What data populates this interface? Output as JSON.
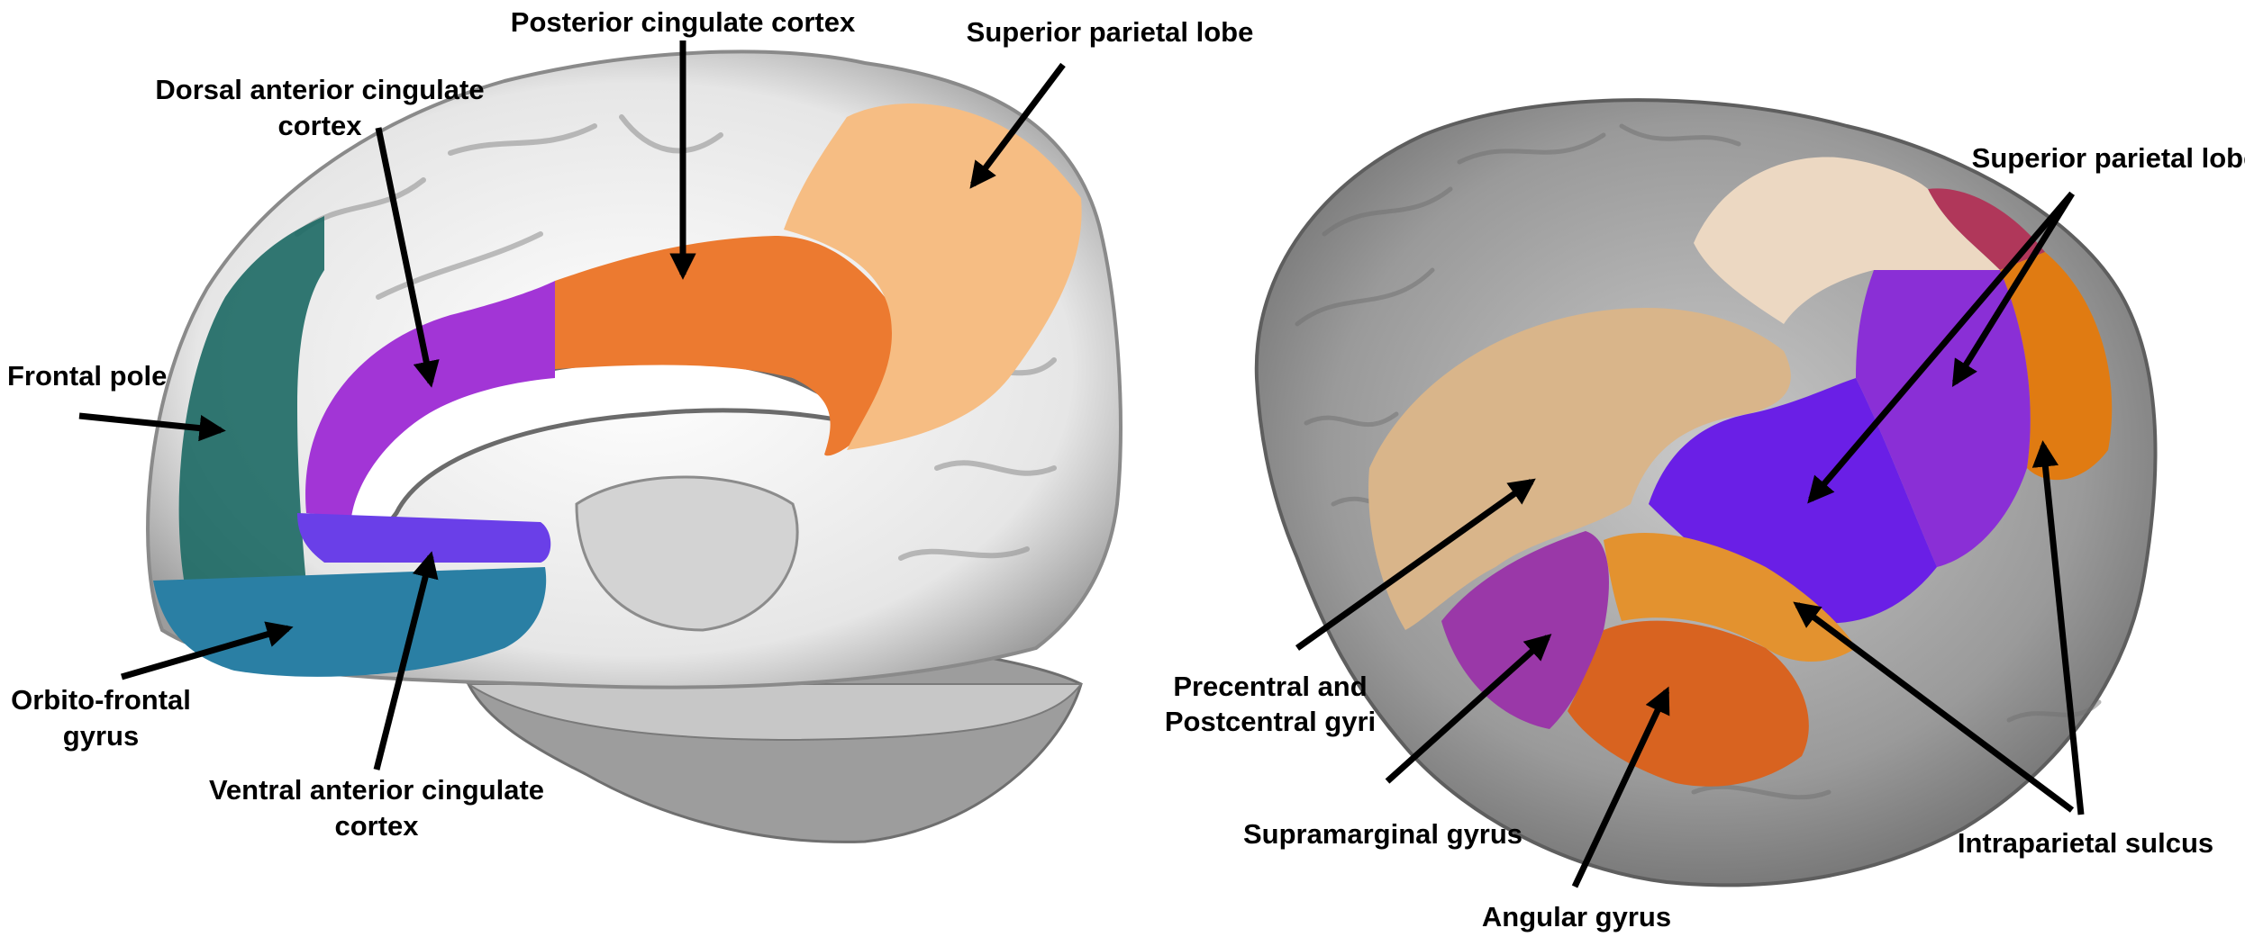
{
  "left_view": {
    "labels": {
      "posterior_cingulate": "Posterior cingulate cortex",
      "superior_parietal": "Superior parietal lobe",
      "dorsal_anterior_cingulate_1": "Dorsal anterior cingulate",
      "dorsal_anterior_cingulate_2": "cortex",
      "frontal_pole": "Frontal pole",
      "orbito_frontal_1": "Orbito-frontal",
      "orbito_frontal_2": "gyrus",
      "ventral_anterior_cingulate_1": "Ventral anterior cingulate",
      "ventral_anterior_cingulate_2": "cortex"
    },
    "colors": {
      "frontal_pole": "#1f6b66",
      "dorsal_anterior_cingulate": "#a235d6",
      "ventral_anterior_cingulate": "#6a3fe8",
      "orbito_frontal": "#2a7fa4",
      "posterior_cingulate": "#ec7a30",
      "superior_parietal": "#f6bd83"
    }
  },
  "right_view": {
    "labels": {
      "superior_parietal": "Superior parietal lobe",
      "precentral_1": "Precentral and",
      "precentral_2": "Postcentral gyri",
      "supramarginal": "Supramarginal gyrus",
      "angular": "Angular gyrus",
      "intraparietal": "Intraparietal sulcus"
    },
    "colors": {
      "precentral_postcentral": "#d9b58a",
      "superior_parietal_light": "#ecd8c2",
      "superior_parietal_purple": "#8a2fd6",
      "intraparietal_purple": "#6a1fe6",
      "intraparietal_orange": "#e07b12",
      "supramarginal": "#9a38a8",
      "angular": "#d86320",
      "angular_top": "#e3922f",
      "red_patch": "#b0375a"
    }
  }
}
